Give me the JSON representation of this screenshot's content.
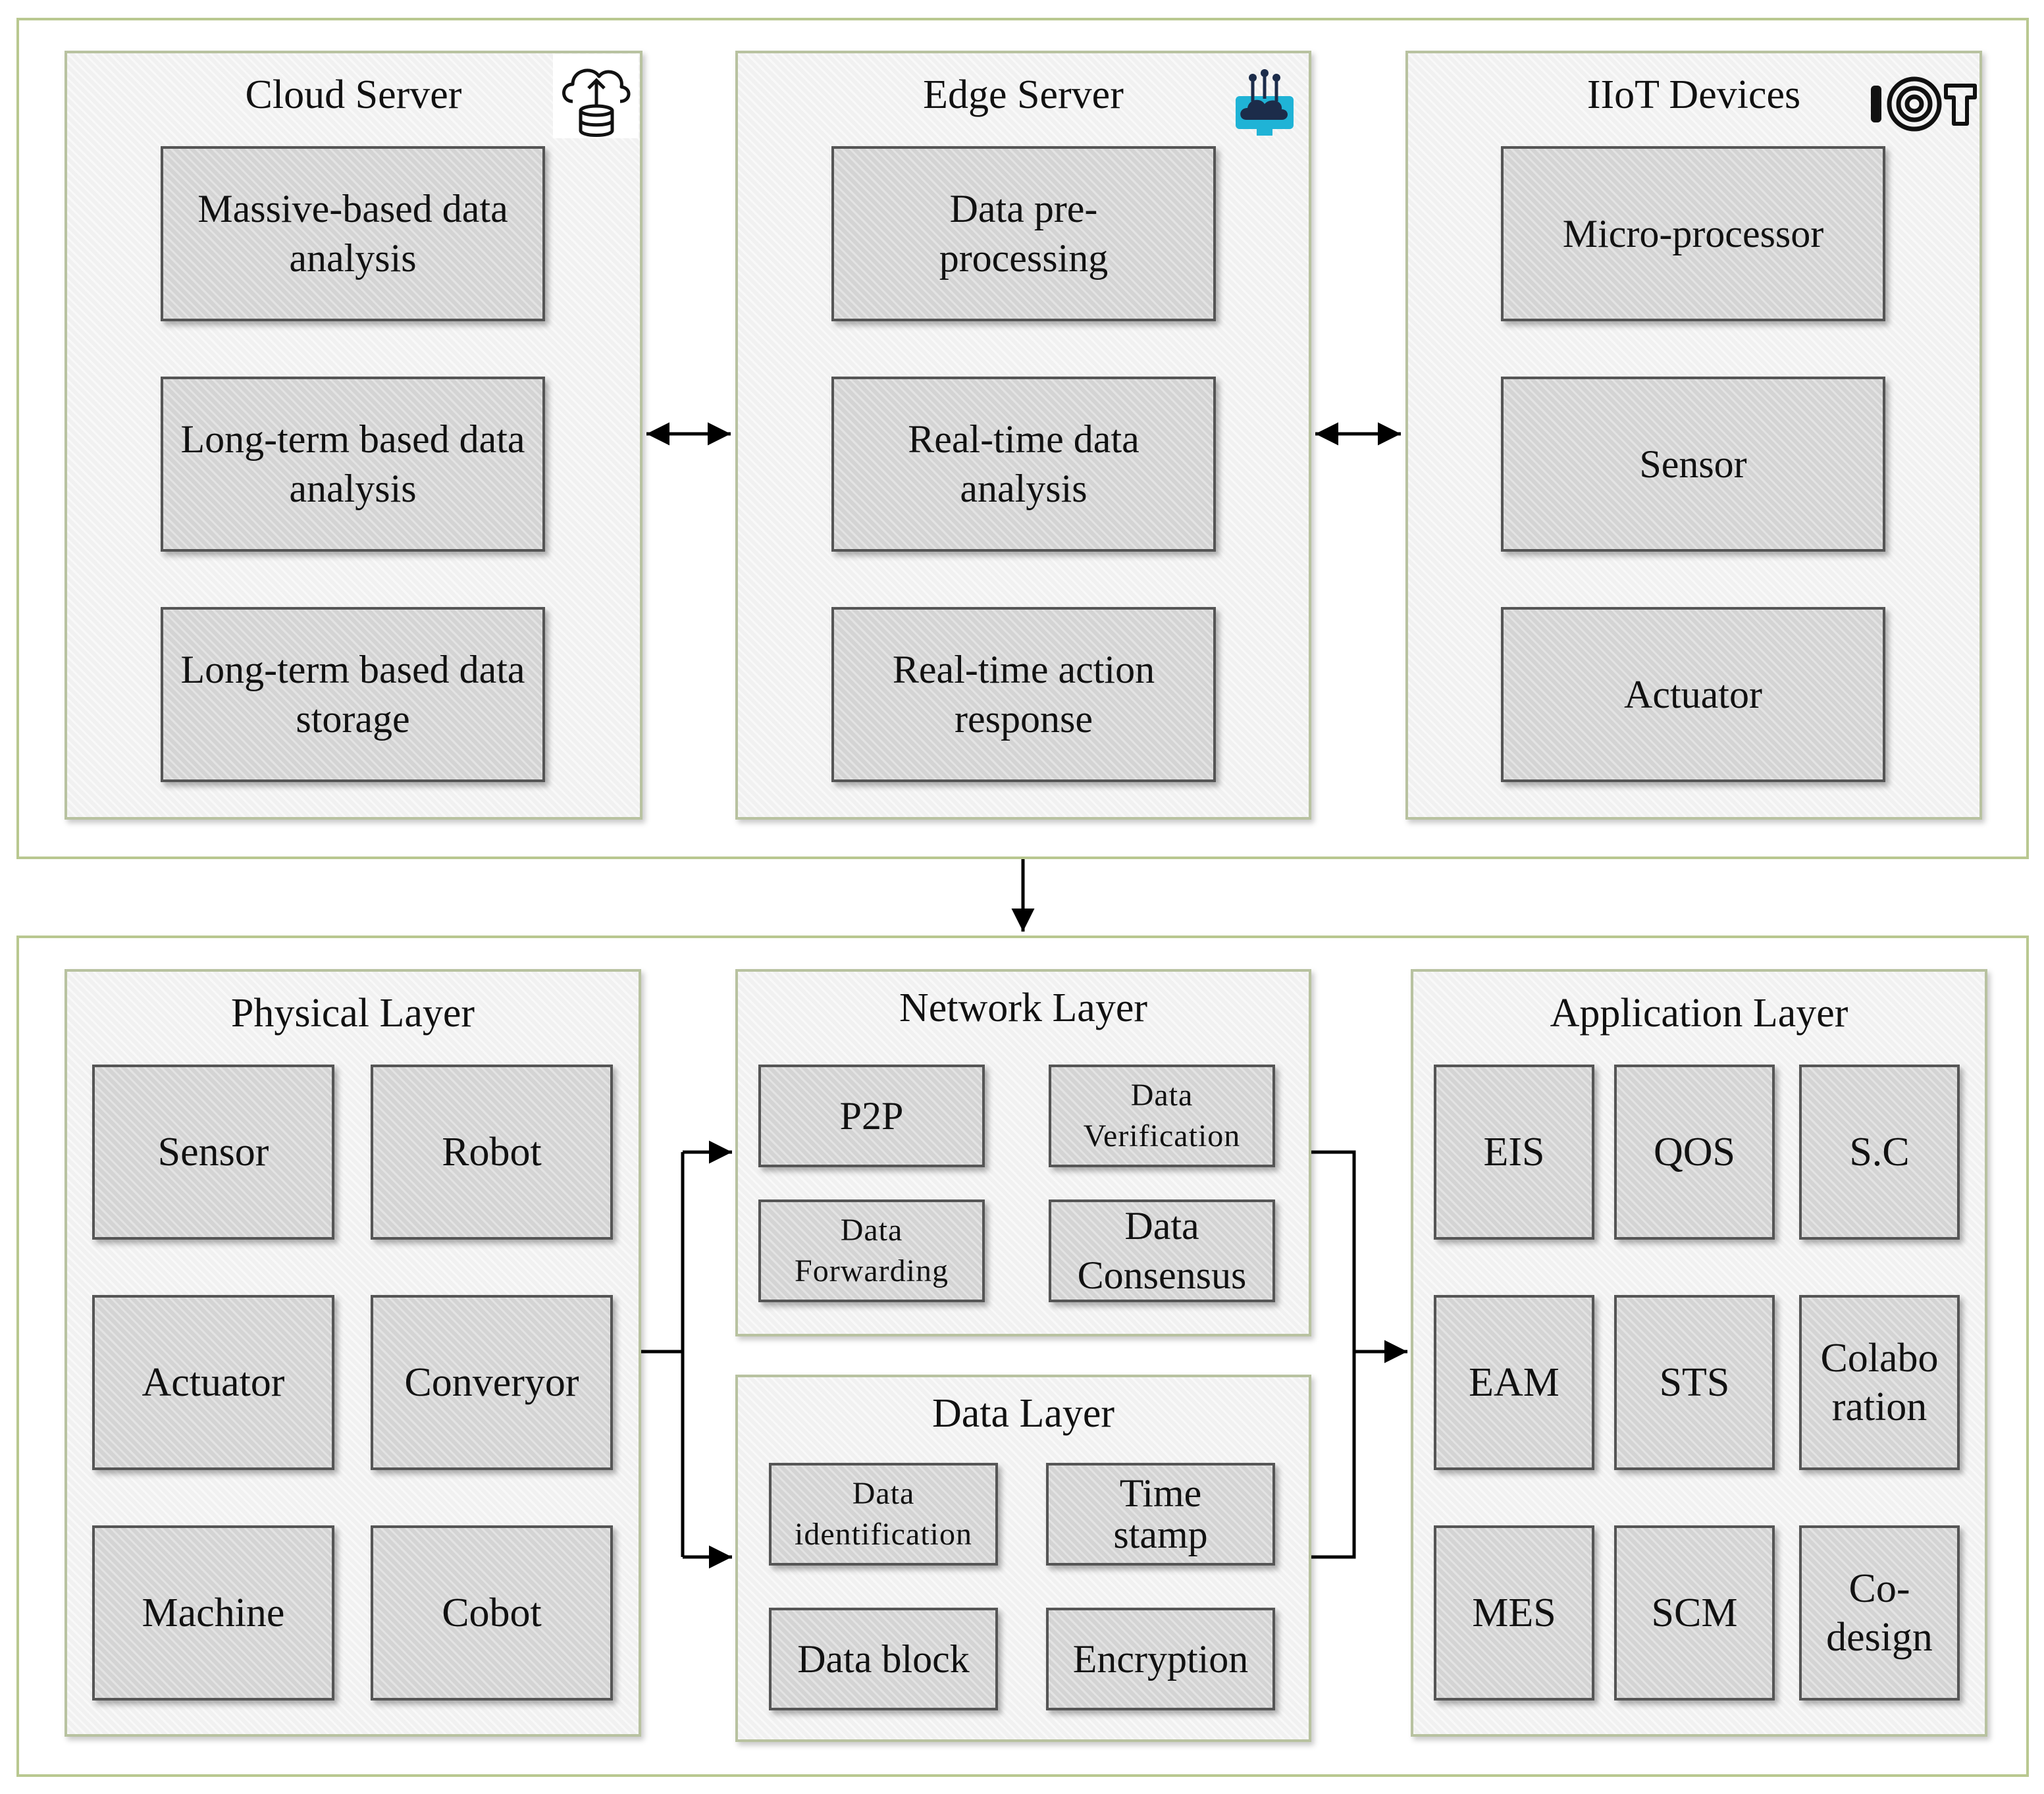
{
  "top": {
    "cloud": {
      "title": "Cloud Server",
      "icon": "cloud-database-icon",
      "items": [
        "Massive-based data analysis",
        "Long-term based data analysis",
        "Long-term based data storage"
      ]
    },
    "edge": {
      "title": "Edge Server",
      "icon": "edge-network-icon",
      "items": [
        "Data pre-processing",
        "Real-time data analysis",
        "Real-time action response"
      ]
    },
    "iiot": {
      "title": "IIoT Devices",
      "icon": "iot-logo-icon",
      "items": [
        "Micro-processor",
        "Sensor",
        "Actuator"
      ]
    }
  },
  "bottom": {
    "physical": {
      "title": "Physical Layer",
      "items": [
        "Sensor",
        "Robot",
        "Actuator",
        "Converyor",
        "Machine",
        "Cobot"
      ]
    },
    "network": {
      "title": "Network Layer",
      "items": [
        "P2P",
        "Data Verification",
        "Data Forwarding",
        "Data Consensus"
      ]
    },
    "data": {
      "title": "Data Layer",
      "items": [
        "Data identification",
        "Time stamp",
        "Data block",
        "Encryption"
      ]
    },
    "application": {
      "title": "Application Layer",
      "items": [
        "EIS",
        "QOS",
        "S.C",
        "EAM",
        "STS",
        "Colabo ration",
        "MES",
        "SCM",
        "Co-design"
      ]
    }
  },
  "colors": {
    "outer_border": "#b9c890",
    "panel_border": "#b8c2a0",
    "panel_fill": "#f1f1f1",
    "box_fill": "#d4d4d4",
    "box_border": "#555555",
    "edge_icon_cyan": "#1fb3d6",
    "edge_icon_navy": "#1c2c4a"
  }
}
